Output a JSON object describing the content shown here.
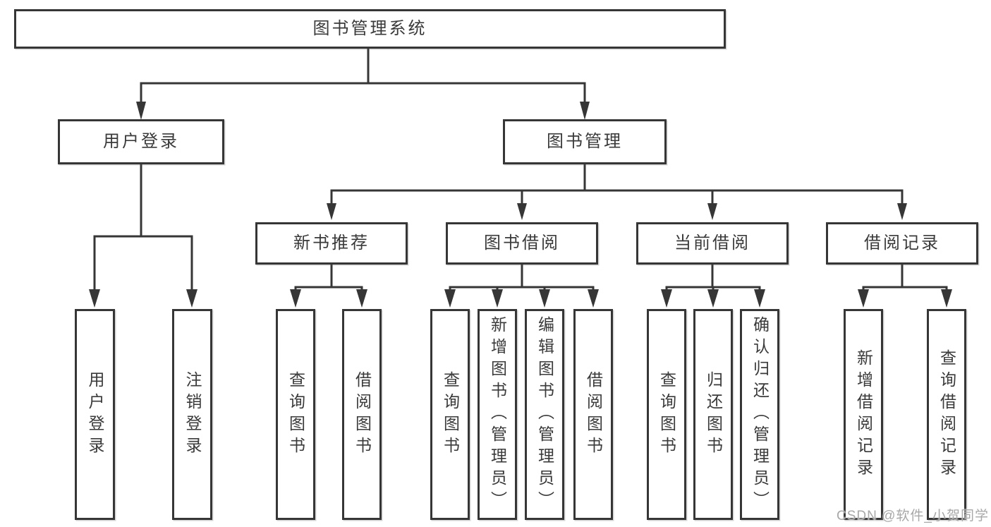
{
  "diagram": {
    "watermark": "CSDN @软件_小贺同学",
    "colors": {
      "line": "#363636",
      "text": "#3a3a3a",
      "watermark": "#a8a8a8",
      "background": "#ffffff"
    },
    "root": {
      "label": "图书管理系统"
    },
    "branches": [
      {
        "label": "用户登录",
        "children": [
          {
            "label": "用户登录"
          },
          {
            "label": "注销登录"
          }
        ]
      },
      {
        "label": "图书管理",
        "children": [
          {
            "label": "新书推荐",
            "children": [
              {
                "label": "查询图书"
              },
              {
                "label": "借阅图书"
              }
            ]
          },
          {
            "label": "图书借阅",
            "children": [
              {
                "label": "查询图书"
              },
              {
                "label": "新增图书（管理员）"
              },
              {
                "label": "编辑图书（管理员）"
              },
              {
                "label": "借阅图书"
              }
            ]
          },
          {
            "label": "当前借阅",
            "children": [
              {
                "label": "查询图书"
              },
              {
                "label": "归还图书"
              },
              {
                "label": "确认归还（管理员）"
              }
            ]
          },
          {
            "label": "借阅记录",
            "children": [
              {
                "label": "新增借阅记录"
              },
              {
                "label": "查询借阅记录"
              }
            ]
          }
        ]
      }
    ]
  }
}
